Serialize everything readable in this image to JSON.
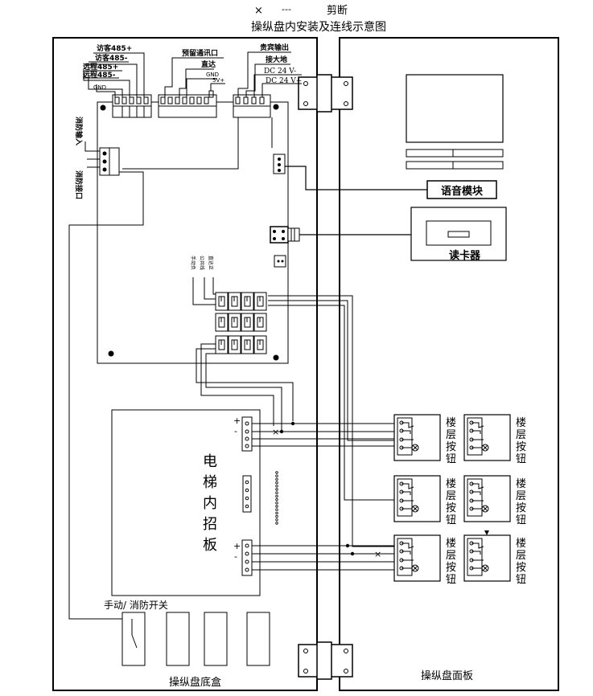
{
  "legend": {
    "cut_symbol": "×",
    "dash_symbol": "---",
    "cut_label": "剪断"
  },
  "title": "操纵盘内安装及连线示意图",
  "box_labels": {
    "base_box": "操纵盘底盒",
    "face_panel": "操纵盘面板"
  },
  "top_labels": {
    "visitor_485_plus": "访客485+",
    "visitor_485_minus": "访客485-",
    "remote_485_plus": "远程485+",
    "remote_485_minus": "远程485-",
    "gnd_left": "GND",
    "reserved_port": "预留通讯口",
    "direct": "直达",
    "gnd_mid": "GND",
    "five_v": "5V+",
    "vip_output": "贵宾输出",
    "connect_ground": "接大地",
    "dc24_minus": "DC 24 V-",
    "dc24_plus": "DC 24 V+"
  },
  "side_labels": {
    "fire_input": "消防输入",
    "fire_port": "消防接口"
  },
  "relay_labels": {
    "manual_fire": "手动负",
    "public_line": "公共线",
    "direct_stop": "直达正"
  },
  "modules": {
    "voice": "语音模块",
    "card_reader": "读卡器"
  },
  "call_board": {
    "label": "电梯内招板",
    "plus": "+",
    "minus": "-"
  },
  "manual_switch": "手动/ 消防开关",
  "floor_button": "楼层按钮"
}
